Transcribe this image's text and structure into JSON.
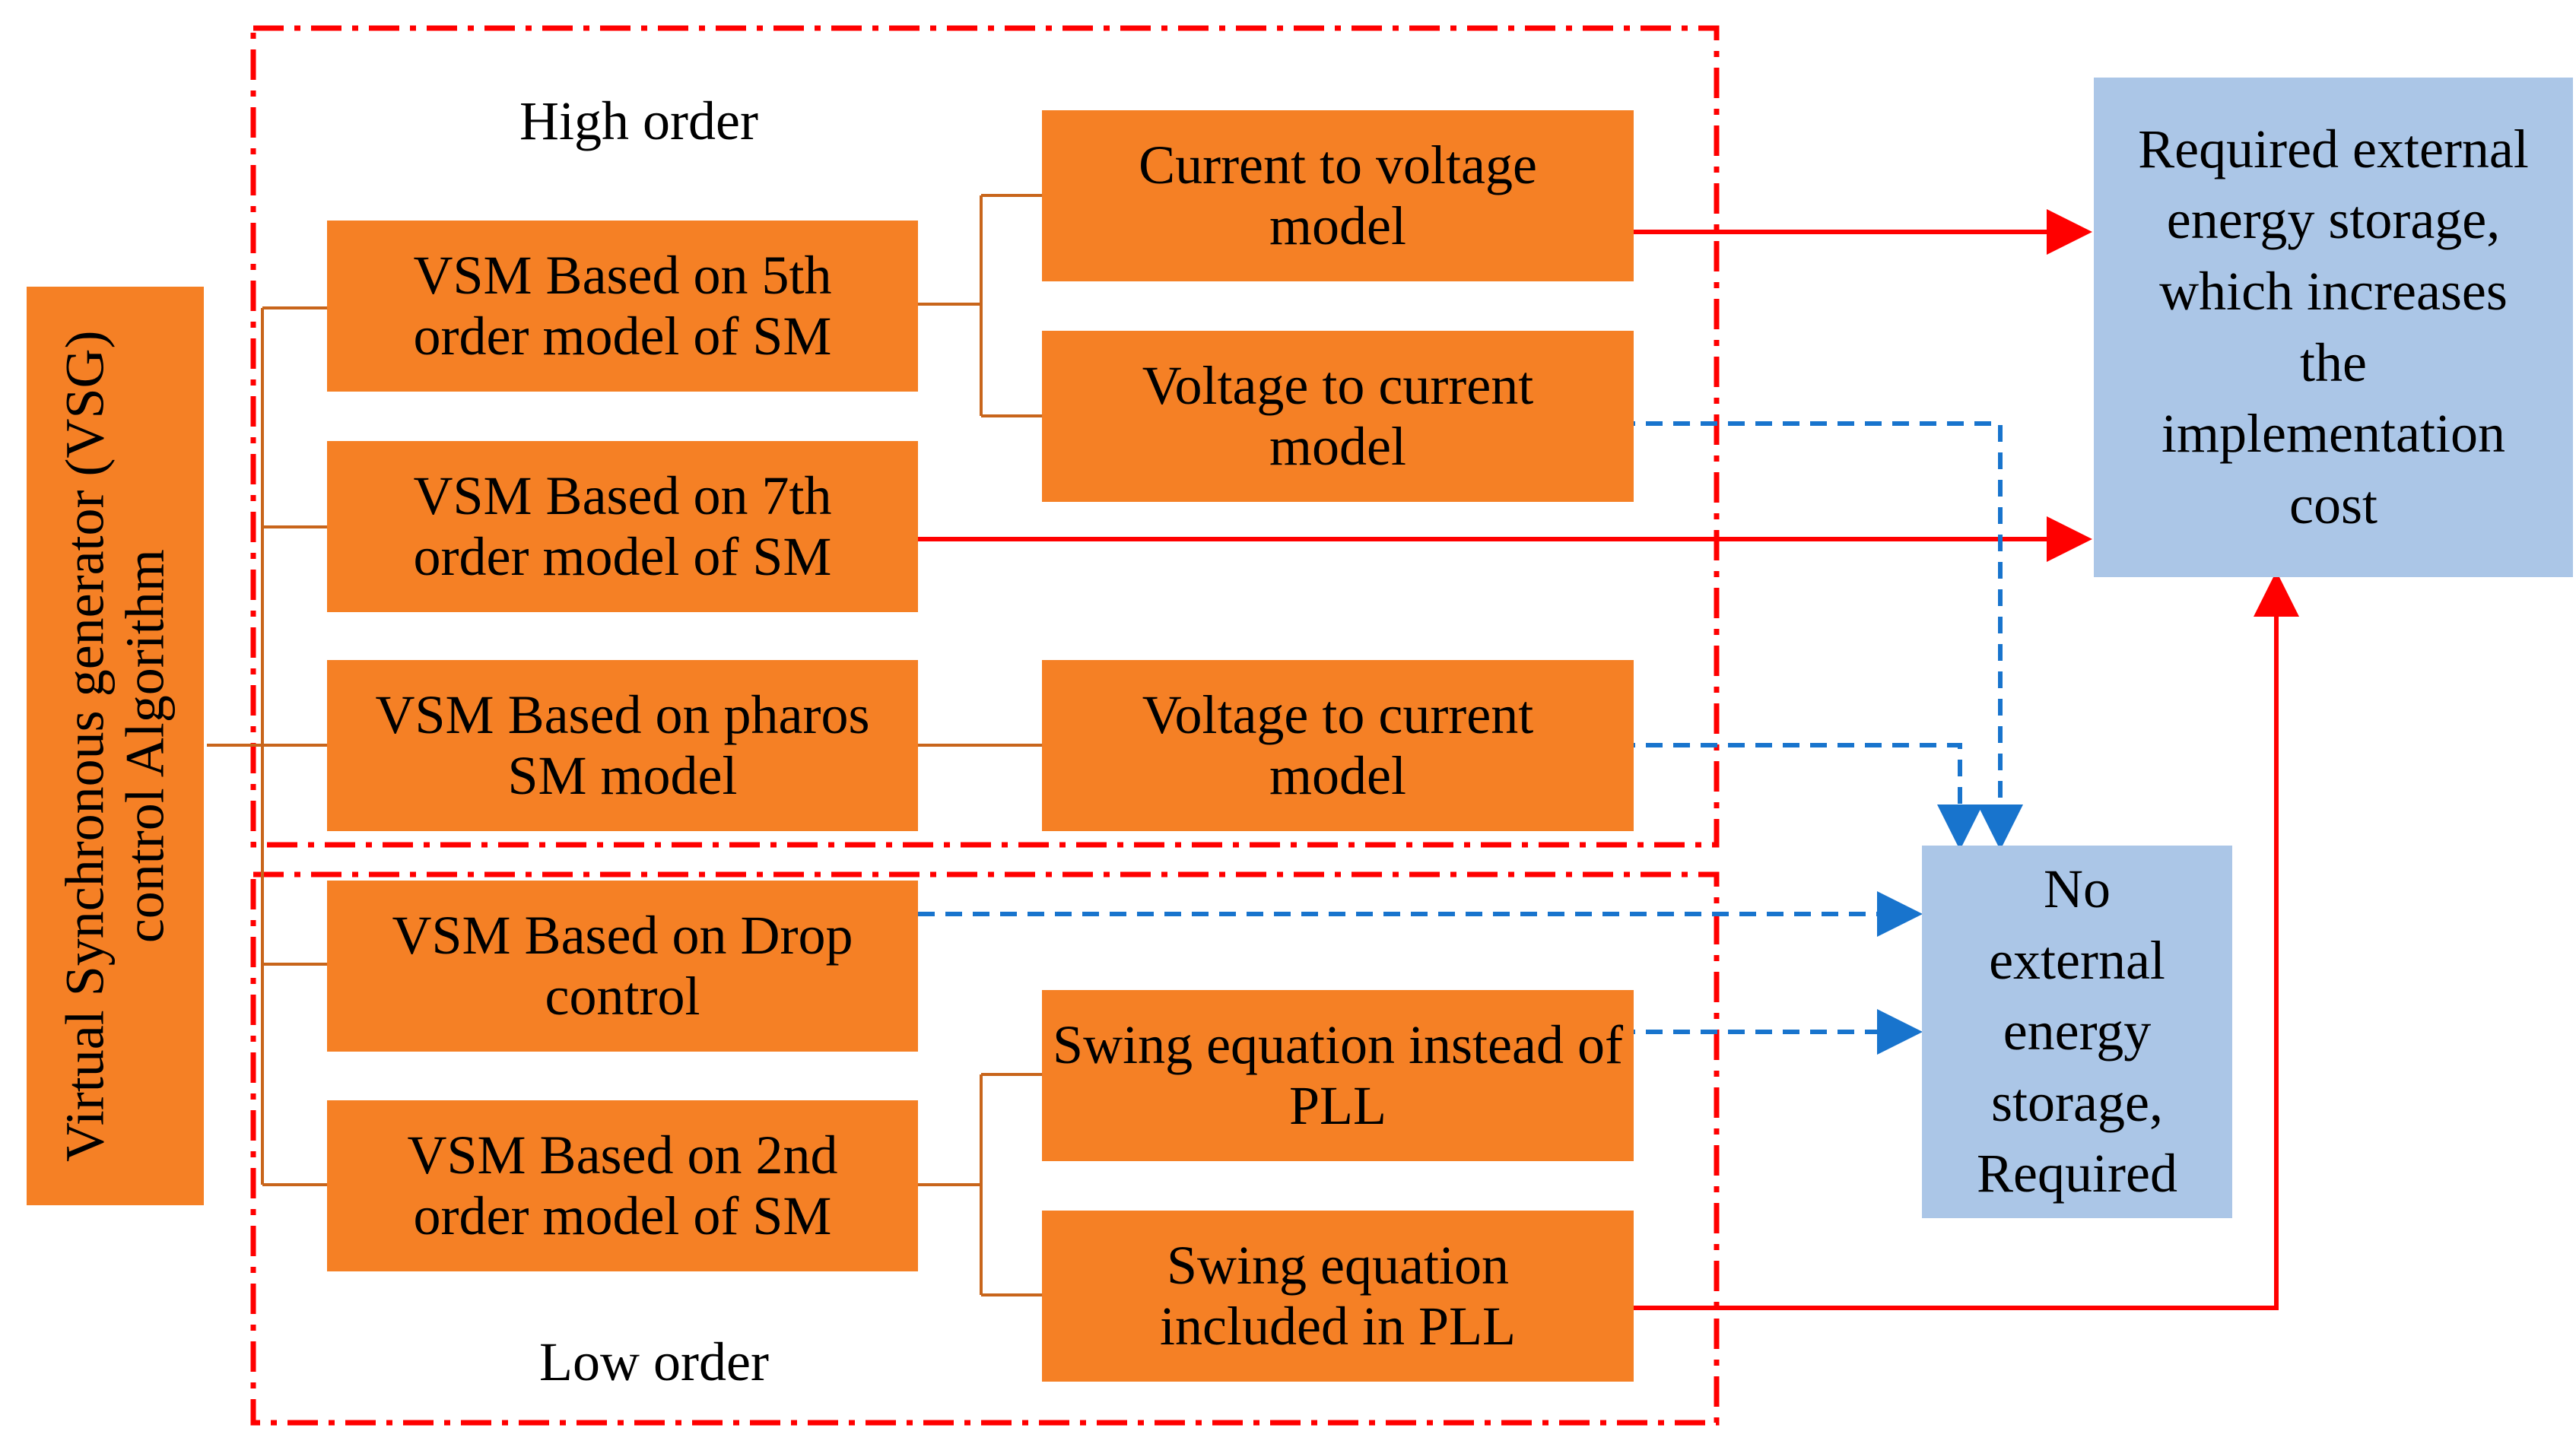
{
  "colors": {
    "box_fill": "#f58025",
    "outcome_fill": "#abc6e7",
    "required_arrow": "#ff0000",
    "no_storage_arrow": "#1874cd",
    "group_border": "#ff0000",
    "connector": "#c8651b"
  },
  "root": {
    "line1": "Virtual Synchronous generator (VSG)",
    "line2": "control Algorithm"
  },
  "groups": {
    "high": "High order",
    "low": "Low order"
  },
  "methods": {
    "vsm5": "VSM Based on 5th order model of SM",
    "vsm7": "VSM Based on 7th order model of SM",
    "pharos": "VSM Based on pharos SM model",
    "drop": "VSM Based on Drop control",
    "vsm2": "VSM Based on 2nd order model of SM"
  },
  "submodels": {
    "c2v": "Current to voltage model",
    "v2c_a": "Voltage to current model",
    "v2c_b": "Voltage to current model",
    "swing_pll": "Swing equation instead of PLL",
    "swing_in_pll": "Swing equation included in PLL"
  },
  "outcomes": {
    "required": "Required external energy storage, which increases the implementation cost",
    "no_storage": "No external energy storage, Required"
  }
}
